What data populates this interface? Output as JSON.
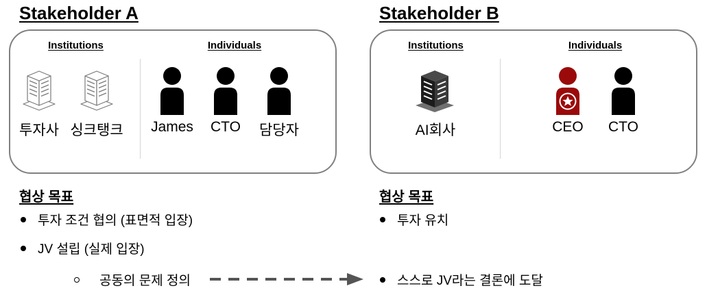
{
  "stakeholder_a": {
    "title": "Stakeholder A",
    "institutions_label": "Institutions",
    "individuals_label": "Individuals",
    "institutions": [
      {
        "label": "투자사",
        "icon": "building-outline-icon"
      },
      {
        "label": "싱크탱크",
        "icon": "building-outline-icon"
      }
    ],
    "individuals": [
      {
        "label": "James",
        "icon": "person-icon"
      },
      {
        "label": "CTO",
        "icon": "person-icon"
      },
      {
        "label": "담당자",
        "icon": "person-icon"
      }
    ],
    "goal_title": "협상 목표",
    "goals": [
      "투자 조건 협의 (표면적 입장)",
      "JV 설립 (실제 입장)"
    ],
    "sub_goal": "공동의 문제 정의"
  },
  "stakeholder_b": {
    "title": "Stakeholder B",
    "institutions_label": "Institutions",
    "individuals_label": "Individuals",
    "institutions": [
      {
        "label": "AI회사",
        "icon": "building-solid-icon"
      }
    ],
    "individuals": [
      {
        "label": "CEO",
        "icon": "person-star-icon"
      },
      {
        "label": "CTO",
        "icon": "person-icon"
      }
    ],
    "goal_title": "협상 목표",
    "goals": [
      "투자 유치"
    ],
    "outcome": "스스로 JV라는 결론에 도달"
  },
  "colors": {
    "panel_border": "#808080",
    "divider": "#d4d4d4",
    "ceo_accent": "#9b0a0a",
    "building_outline": "#7a7a7a",
    "arrow": "#555555"
  }
}
